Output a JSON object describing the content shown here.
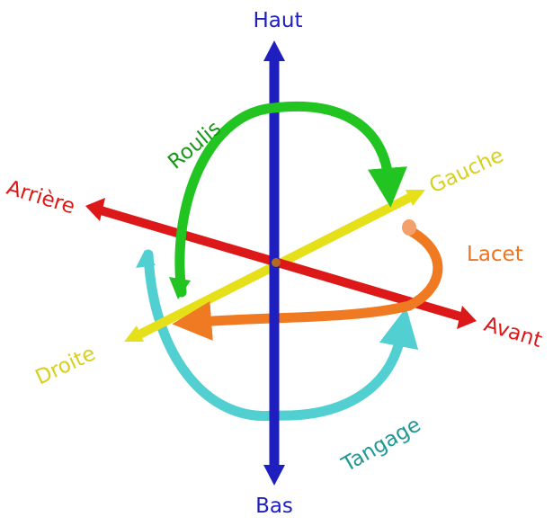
{
  "labels": {
    "up": "Haut",
    "down": "Bas",
    "back": "Arrière",
    "front": "Avant",
    "left": "Gauche",
    "right": "Droite",
    "roll": "Roulis",
    "yaw": "Lacet",
    "pitch": "Tangage"
  },
  "colors": {
    "vertical_axis": "#1f1fbf",
    "longitudinal_axis": "#dd1818",
    "lateral_axis": "#e6e01a",
    "lateral_label": "#d9cf1e",
    "roll_arrow": "#22c422",
    "roll_label": "#179a17",
    "yaw_arrow": "#f07a22",
    "yaw_label": "#ee7420",
    "pitch_arrow": "#52cfd1",
    "pitch_label": "#1f9896"
  }
}
